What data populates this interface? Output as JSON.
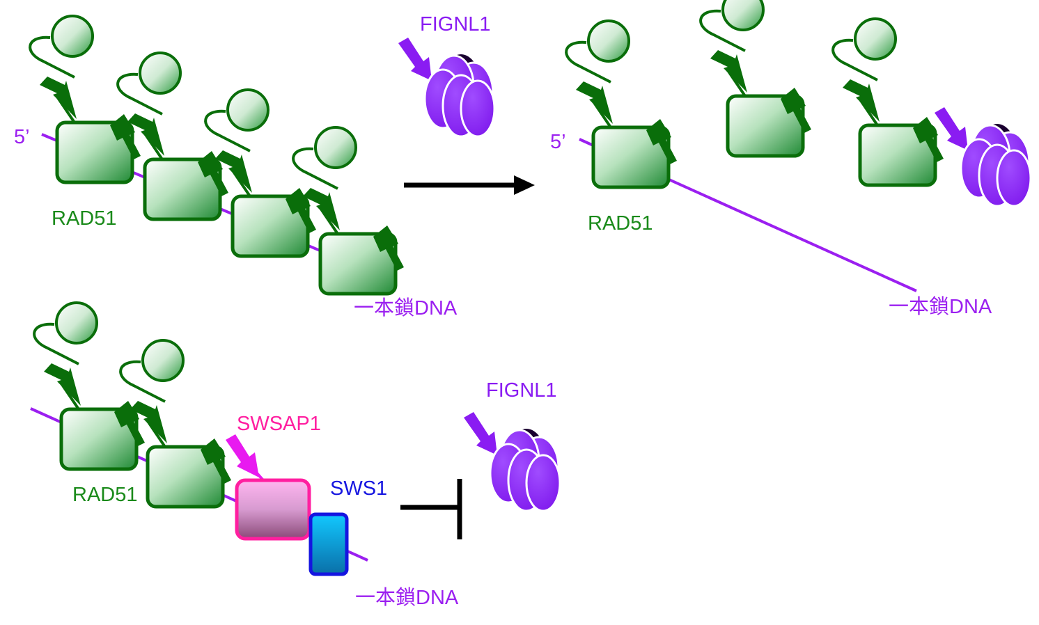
{
  "labels": {
    "five_prime": "5’",
    "rad51": "RAD51",
    "ssdna": "一本鎖DNA",
    "fignl1": "FIGNL1",
    "swsap1": "SWSAP1",
    "sws1": "SWS1"
  },
  "colors": {
    "rad51": "#1a8a1a",
    "rad51_dark": "#0a6e0a",
    "dna": "#9b1ff0",
    "fignl1": "#8a1cf2",
    "swsap1": "#ff1fa0",
    "swsap1_arrow": "#e81af0",
    "sws1": "#1515e0",
    "sws1_fill": "#12b8f0",
    "arrow": "#000000"
  }
}
